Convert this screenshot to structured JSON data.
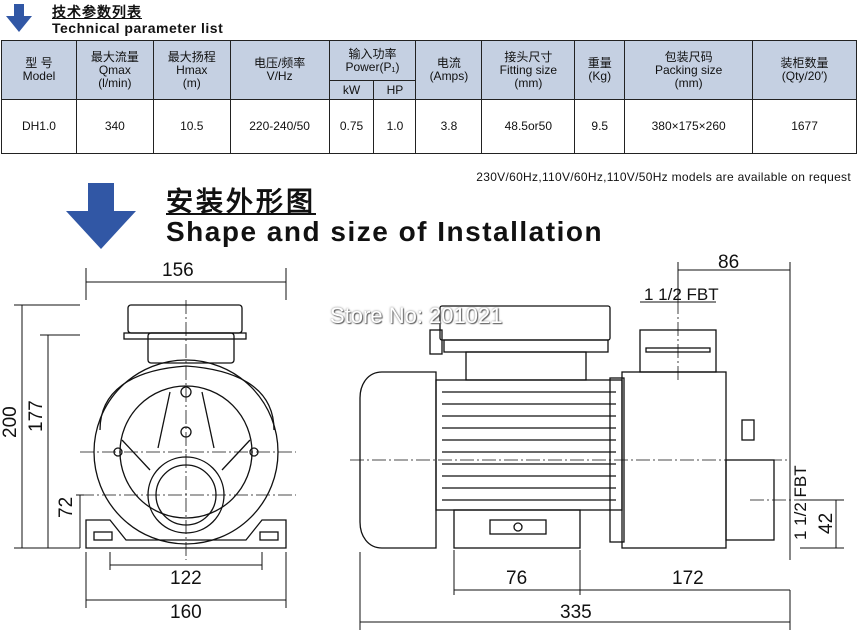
{
  "header": {
    "title_cn": "技术参数列表",
    "title_en": "Technical parameter list"
  },
  "table": {
    "headers": {
      "model": [
        "型 号",
        "Model"
      ],
      "qmax": [
        "最大流量",
        "Qmax",
        "(l/min)"
      ],
      "hmax": [
        "最大扬程",
        "Hmax",
        "(m)"
      ],
      "voltage": [
        "电压/频率",
        "V/Hz"
      ],
      "power": [
        "输入功率",
        "Power(P₁)"
      ],
      "power_kw": "kW",
      "power_hp": "HP",
      "current": [
        "电流",
        "(Amps)"
      ],
      "fitting": [
        "接头尺寸",
        "Fitting size",
        "(mm)"
      ],
      "weight": [
        "重量",
        "(Kg)"
      ],
      "packing": [
        "包装尺码",
        "Packing size",
        "(mm)"
      ],
      "qty": [
        "装柜数量",
        "(Qty/20′)"
      ]
    },
    "row": {
      "model": "DH1.0",
      "qmax": "340",
      "hmax": "10.5",
      "voltage": "220-240/50",
      "kw": "0.75",
      "hp": "1.0",
      "amps": "3.8",
      "fitting": "48.5or50",
      "weight": "9.5",
      "packing": "380×175×260",
      "qty": "1677"
    }
  },
  "note": "230V/60Hz,110V/60Hz,110V/50Hz models are available on request",
  "installation": {
    "title_cn": "安装外形图",
    "title_en": "Shape and size of Installation"
  },
  "dimensions": {
    "front_width": "156",
    "front_height": "200",
    "front_body_height": "177",
    "front_axis_height": "72",
    "front_base_inner": "122",
    "front_base_outer": "160",
    "side_outlet_offset": "86",
    "side_outlet_thread": "1 1/2 FBT",
    "side_inlet_thread": "1 1/2 FBT",
    "side_inlet_height": "42",
    "side_foot_offset": "76",
    "side_foot_to_end": "172",
    "side_total_length": "335"
  },
  "watermark": "Store No: 201021"
}
